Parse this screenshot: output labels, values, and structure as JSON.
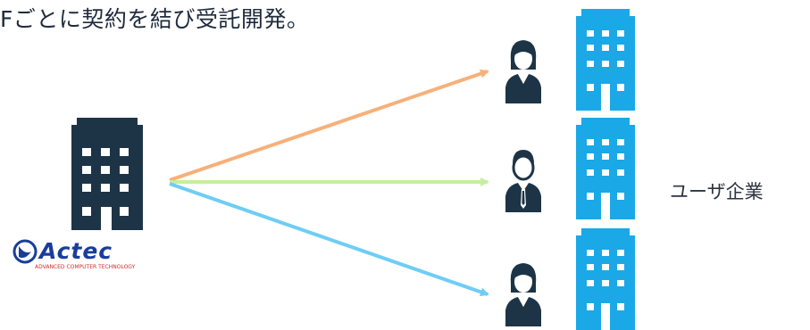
{
  "caption": "Fごとに契約を結び受託開発。",
  "logo": {
    "wordmark": "Actec",
    "tagline": "ADVANCED COMPUTER TECHNOLOGY",
    "color": "#1a3d9a"
  },
  "target_label": "ユーザ企業",
  "colors": {
    "dark_building": "#1d3447",
    "light_building": "#1aa8e6",
    "person": "#1d3447",
    "arrow_top": "#f7b07a",
    "arrow_middle": "#c5ef9f",
    "arrow_bottom": "#6fcdf4",
    "logo_red": "#d22a2a"
  }
}
